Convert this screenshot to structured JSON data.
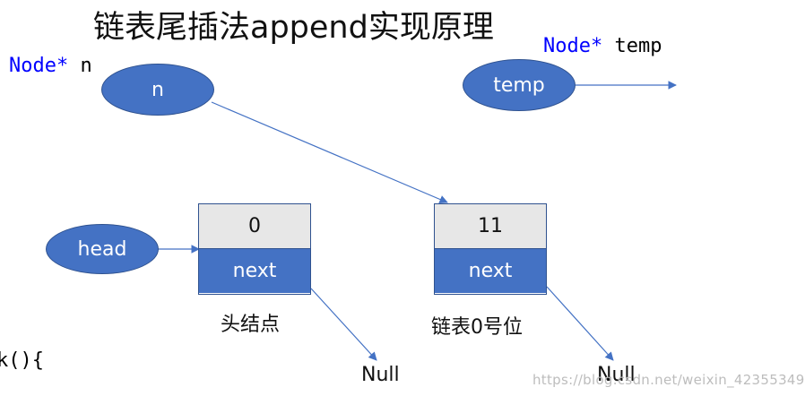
{
  "title": "链表尾插法append实现原理",
  "code": {
    "node_n": {
      "type": "Node*",
      "name": "n"
    },
    "node_temp": {
      "type": "Node*",
      "name": "temp"
    },
    "fragment": "k(){"
  },
  "ellipses": {
    "n": "n",
    "temp": "temp",
    "head": "head"
  },
  "nodes": [
    {
      "value": "0",
      "next": "next",
      "caption": "头结点"
    },
    {
      "value": "11",
      "next": "next",
      "caption": "链表0号位"
    }
  ],
  "nulls": [
    "Null",
    "Null"
  ],
  "watermark": "https://blog.csdn.net/weixin_42355349",
  "colors": {
    "ellipse_fill": "#4472c4",
    "value_cell": "#e7e7e7",
    "arrow": "#4472c4",
    "keyword": "#0000ff"
  }
}
